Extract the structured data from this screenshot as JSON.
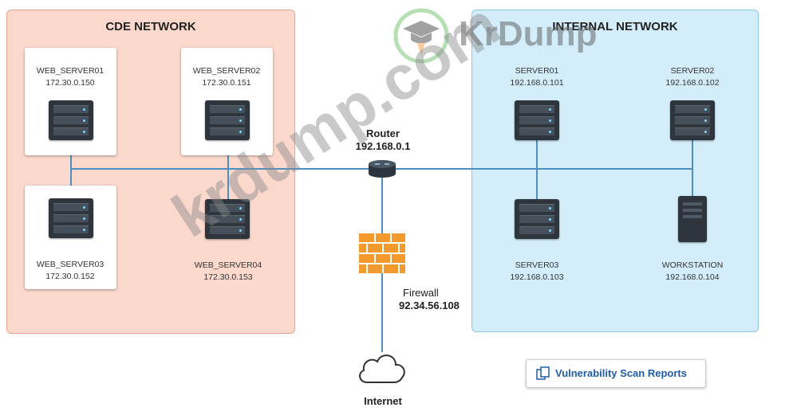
{
  "zones": {
    "cde_title": "CDE NETWORK",
    "internal_title": "INTERNAL NETWORK"
  },
  "cde_servers": [
    {
      "name": "WEB_SERVER01",
      "ip": "172.30.0.150"
    },
    {
      "name": "WEB_SERVER02",
      "ip": "172.30.0.151"
    },
    {
      "name": "WEB_SERVER03",
      "ip": "172.30.0.152"
    },
    {
      "name": "WEB_SERVER04",
      "ip": "172.30.0.153"
    }
  ],
  "internal_hosts": [
    {
      "name": "SERVER01",
      "ip": "192.168.0.101"
    },
    {
      "name": "SERVER02",
      "ip": "192.168.0.102"
    },
    {
      "name": "SERVER03",
      "ip": "192.168.0.103"
    },
    {
      "name": "WORKSTATION",
      "ip": "192.168.0.104"
    }
  ],
  "router": {
    "label": "Router",
    "ip": "192.168.0.1",
    "icon": "router-icon"
  },
  "firewall": {
    "label": "Firewall",
    "ip": "92.34.56.108",
    "icon": "firewall-icon"
  },
  "internet": {
    "label": "Internet",
    "icon": "cloud-icon"
  },
  "scan_button": {
    "label": "Vulnerability Scan Reports",
    "icon": "copy-icon"
  },
  "watermark": {
    "logo_text": "KrDump",
    "diagonal_text": "krdump.com"
  },
  "colors": {
    "cde_bg": "#fbd8cc",
    "internal_bg": "#d3eefa",
    "link": "#4f8ec0",
    "button_text": "#1f5ca8"
  }
}
